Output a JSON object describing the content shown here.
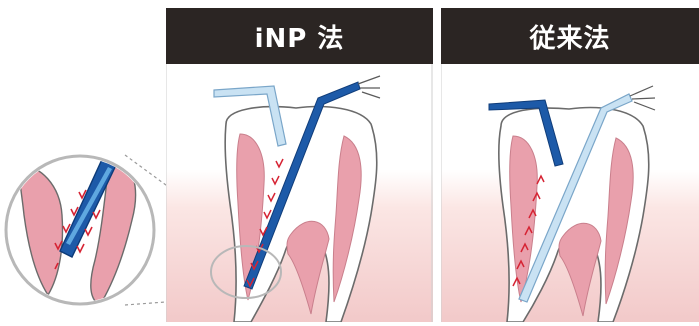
{
  "panels": [
    {
      "id": "inp",
      "title": "iNP 法"
    },
    {
      "id": "conventional",
      "title": "従来法"
    }
  ],
  "colors": {
    "header_bg": "#2b2523",
    "header_text": "#ffffff",
    "gum": "#f6d9d9",
    "tooth_outline": "#6b6b6b",
    "canal_wall": "#e9a0ac",
    "needle_dark": "#1d5aa8",
    "needle_light": "#c9e2f3",
    "flow_arrows": "#d62434",
    "zoom_ring": "#b8b8b8"
  },
  "icons": [
    "dental-needle-icon",
    "flow-arrow-icon",
    "magnifier-circle-icon"
  ]
}
